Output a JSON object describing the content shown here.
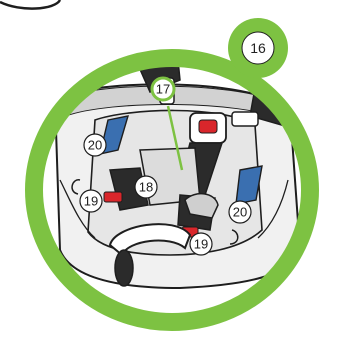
{
  "figure": {
    "ring_color": "#7dc242",
    "line_color": "#1e1e1e",
    "seat_fill": "#f1f1f1",
    "seat_shadow": "#d2d2d2",
    "strap_color": "#2b2b2b",
    "lock_color": "#3a6fb0",
    "button_color": "#d9262b"
  },
  "callouts": {
    "c16": "16",
    "c17": "17",
    "c18": "18",
    "c19_left": "19",
    "c19_bottom": "19",
    "c20_left": "20",
    "c20_right": "20"
  }
}
